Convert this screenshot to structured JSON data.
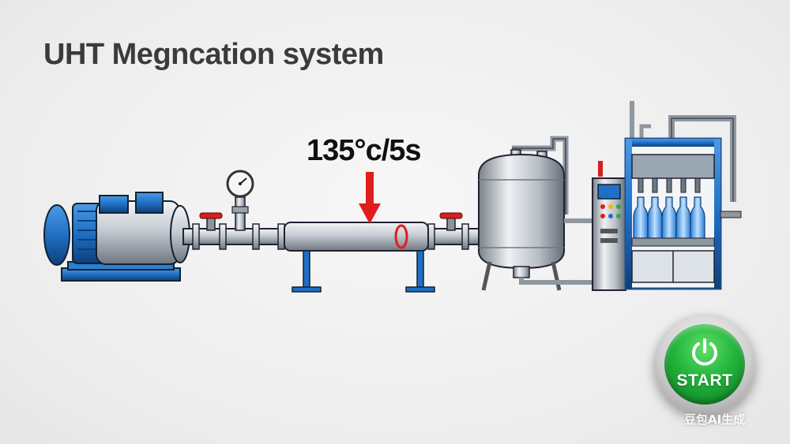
{
  "title": "UHT Megncation system",
  "process_label": "135°c/5s",
  "start_button": {
    "label": "START",
    "icon": "power-icon"
  },
  "watermark": "豆包AI生成",
  "colors": {
    "accent_blue": "#1f6fc4",
    "arrow_red": "#e11d1d",
    "button_green": "#22b33a",
    "steel": "#b9c2cb"
  },
  "icons": [
    "motor-pump-icon",
    "pressure-gauge-icon",
    "valve-icon",
    "holding-tube-icon",
    "storage-tank-icon",
    "control-panel-icon",
    "bottle-filler-icon",
    "down-arrow-icon"
  ]
}
